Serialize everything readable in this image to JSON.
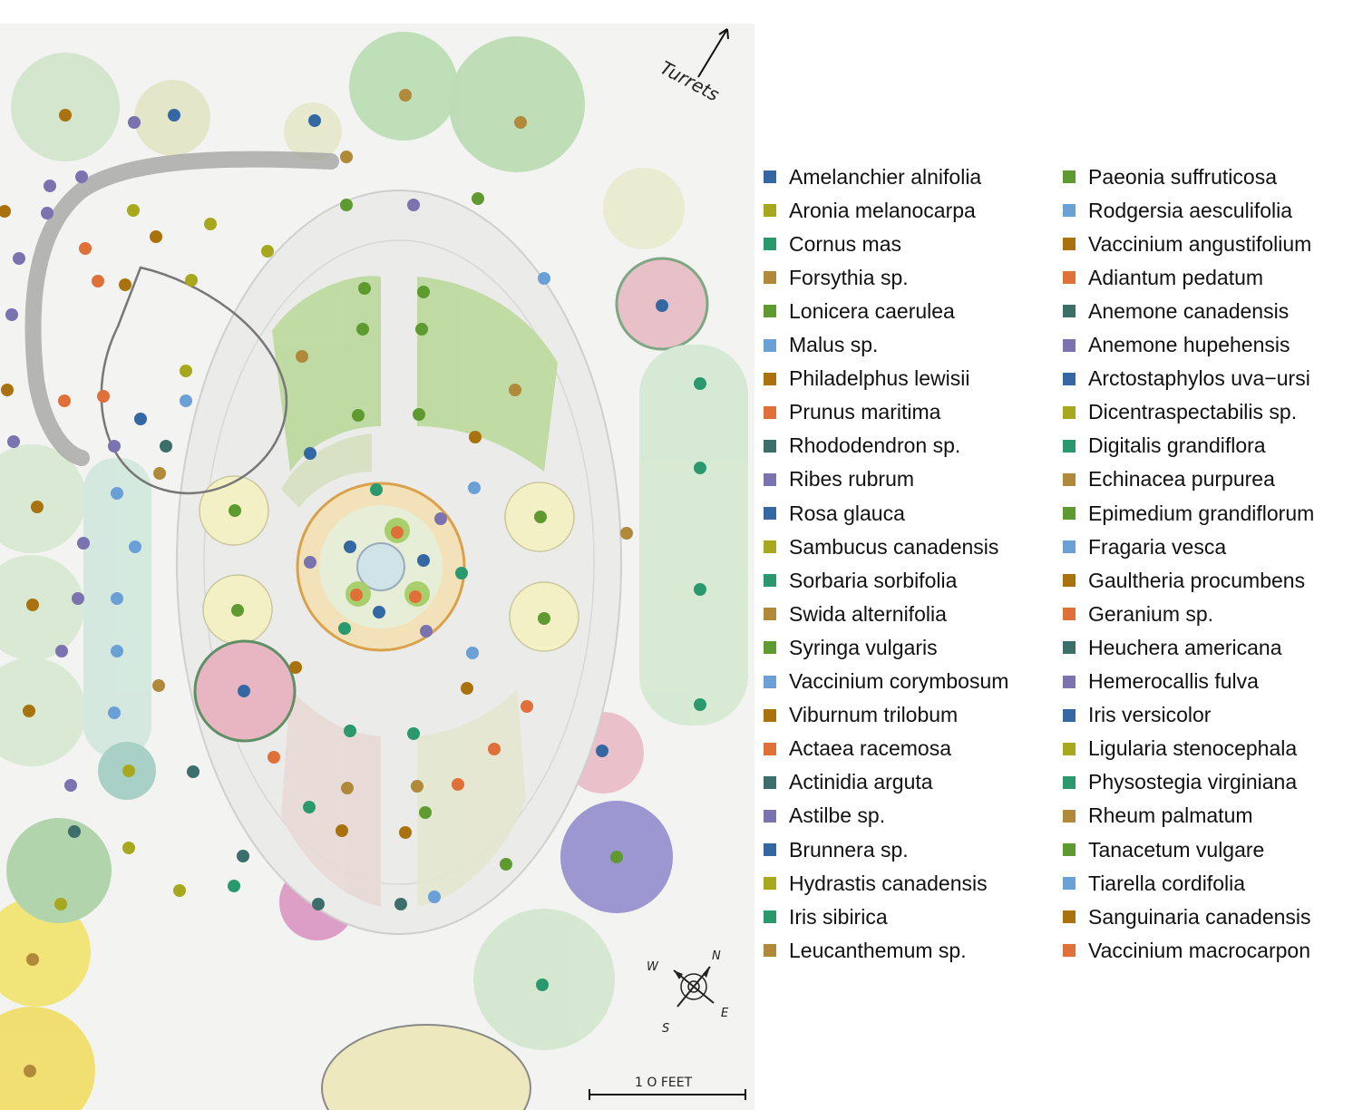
{
  "map": {
    "north_label": "Turrets",
    "scale_label": "1 O FEET",
    "compass": {
      "n": "N",
      "e": "E",
      "s": "S",
      "w": "W"
    }
  },
  "legend": {
    "items": [
      {
        "label": "Amelanchier alnifolia",
        "color": "#3567a3"
      },
      {
        "label": "Aronia melanocarpa",
        "color": "#a8a81e"
      },
      {
        "label": "Cornus mas",
        "color": "#2a9a6e"
      },
      {
        "label": "Forsythia sp.",
        "color": "#b08a3a"
      },
      {
        "label": "Lonicera caerulea",
        "color": "#5e9a30"
      },
      {
        "label": "Malus sp.",
        "color": "#6aa0d6"
      },
      {
        "label": "Philadelphus lewisii",
        "color": "#a9720e"
      },
      {
        "label": "Prunus maritima",
        "color": "#e0703a"
      },
      {
        "label": "Rhododendron sp.",
        "color": "#3d6f6a"
      },
      {
        "label": "Ribes rubrum",
        "color": "#7a73b0"
      },
      {
        "label": "Rosa glauca",
        "color": "#3567a3"
      },
      {
        "label": "Sambucus canadensis",
        "color": "#a8a81e"
      },
      {
        "label": "Sorbaria sorbifolia",
        "color": "#2a9a6e"
      },
      {
        "label": "Swida alternifolia",
        "color": "#b08a3a"
      },
      {
        "label": "Syringa vulgaris",
        "color": "#5e9a30"
      },
      {
        "label": "Vaccinium corymbosum",
        "color": "#6aa0d6"
      },
      {
        "label": "Viburnum trilobum",
        "color": "#a9720e"
      },
      {
        "label": "Actaea racemosa",
        "color": "#e0703a"
      },
      {
        "label": "Actinidia arguta",
        "color": "#3d6f6a"
      },
      {
        "label": "Astilbe sp.",
        "color": "#7a73b0"
      },
      {
        "label": "Brunnera sp.",
        "color": "#3567a3"
      },
      {
        "label": "Hydrastis canadensis",
        "color": "#a8a81e"
      },
      {
        "label": "Iris sibirica",
        "color": "#2a9a6e"
      },
      {
        "label": "Leucanthemum sp.",
        "color": "#b08a3a"
      },
      {
        "label": "Paeonia suffruticosa",
        "color": "#5e9a30"
      },
      {
        "label": "Rodgersia aesculifolia",
        "color": "#6aa0d6"
      },
      {
        "label": "Vaccinium angustifolium",
        "color": "#a9720e"
      },
      {
        "label": "Adiantum pedatum",
        "color": "#e0703a"
      },
      {
        "label": "Anemone canadensis",
        "color": "#3d6f6a"
      },
      {
        "label": "Anemone hupehensis",
        "color": "#7a73b0"
      },
      {
        "label": "Arctostaphylos uva−ursi",
        "color": "#3567a3"
      },
      {
        "label": "Dicentraspectabilis sp.",
        "color": "#a8a81e"
      },
      {
        "label": "Digitalis grandiflora",
        "color": "#2a9a6e"
      },
      {
        "label": "Echinacea purpurea",
        "color": "#b08a3a"
      },
      {
        "label": "Epimedium grandiflorum",
        "color": "#5e9a30"
      },
      {
        "label": "Fragaria vesca",
        "color": "#6aa0d6"
      },
      {
        "label": "Gaultheria procumbens",
        "color": "#a9720e"
      },
      {
        "label": "Geranium sp.",
        "color": "#e0703a"
      },
      {
        "label": "Heuchera americana",
        "color": "#3d6f6a"
      },
      {
        "label": "Hemerocallis fulva",
        "color": "#7a73b0"
      },
      {
        "label": "Iris versicolor",
        "color": "#3567a3"
      },
      {
        "label": "Ligularia stenocephala",
        "color": "#a8a81e"
      },
      {
        "label": "Physostegia virginiana",
        "color": "#2a9a6e"
      },
      {
        "label": "Rheum palmatum",
        "color": "#b08a3a"
      },
      {
        "label": "Tanacetum vulgare",
        "color": "#5e9a30"
      },
      {
        "label": "Tiarella cordifolia",
        "color": "#6aa0d6"
      },
      {
        "label": "Sanguinaria canadensis",
        "color": "#a9720e"
      },
      {
        "label": "Vaccinium macrocarpon",
        "color": "#e0703a"
      }
    ]
  }
}
